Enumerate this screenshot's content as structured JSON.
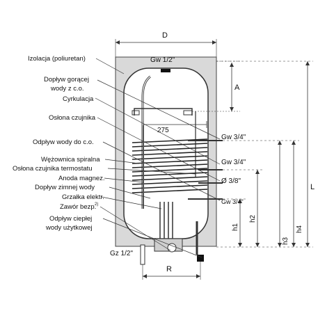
{
  "labels": {
    "izolacja": "Izolacja (poliuretan)",
    "doplyw_goracej_1": "Dopływ gorącej",
    "doplyw_goracej_2": "wody z c.o.",
    "cyrkulacja": "Cyrkulacja",
    "oslona_czujnika": "Osłona czujnika",
    "odplyw_wody_co": "Odpływ wody do c.o.",
    "wezownica": "Wężownica spiralna",
    "oslona_termostatu": "Osłona czujnika termostatu",
    "anoda": "Anoda magnez.",
    "doplyw_zimnej": "Dopływ zimnej wody",
    "grzalka": "Grzałka elektr.",
    "zawor": "Zawór bezp.",
    "zawor_sup": "2)",
    "odplyw_cieplej_1": "Odpływ ciepłej",
    "odplyw_cieplej_2": "wody użytkowej"
  },
  "dimensions": {
    "D": "D",
    "A": "A",
    "L": "L",
    "R": "R",
    "d275": "275",
    "h1": "h1",
    "h2": "h2",
    "h3": "h3",
    "h4": "h4"
  },
  "connections": {
    "gw_top": "Gw 1/2\"",
    "gw_34_a": "Gw 3/4\"",
    "gw_34_b": "Gw 3/4\"",
    "d_38": "Ø 3/8\"",
    "gw_34_c": "Gw 3/4\"",
    "gz_12": "Gz 1/2\""
  }
}
